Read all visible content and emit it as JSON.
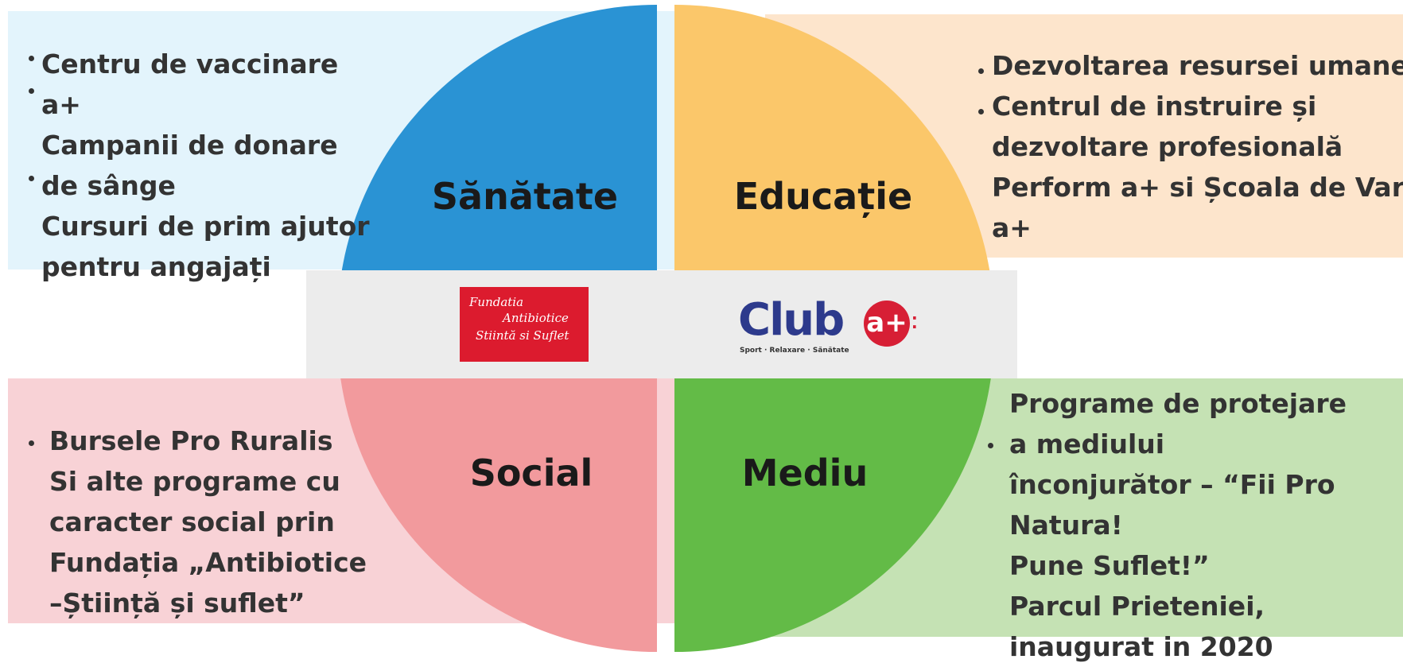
{
  "quadrants": {
    "sanatate": {
      "label": "Sănătate",
      "color": "#2a93d4",
      "panel_color": "#e3f4fc"
    },
    "educatie": {
      "label": "Educație",
      "color": "#fbc76a",
      "panel_color": "#fde5cc"
    },
    "social": {
      "label": "Social",
      "color": "#f29a9d",
      "panel_color": "#f8d2d6"
    },
    "mediu": {
      "label": "Mediu",
      "color": "#63bb47",
      "panel_color": "#c5e2b4"
    }
  },
  "texts": {
    "sanatate": [
      "Centru de vaccinare",
      "a+",
      "Campanii de donare",
      "de sânge",
      "Cursuri de prim ajutor",
      "pentru angajați"
    ],
    "educatie": [
      "Dezvoltarea resursei umane",
      "Centrul de instruire și",
      "dezvoltare profesională",
      "Perform a+ si Școala de Vară",
      "a+"
    ],
    "social": [
      "Bursele Pro Ruralis",
      "Si alte programe cu",
      "caracter social prin",
      "Fundația „Antibiotice",
      "–Știință și suflet”"
    ],
    "mediu": [
      "Programe de protejare",
      "a mediului",
      "înconjurător – “Fii Pro",
      "Natura!",
      "Pune Suflet!”",
      "Parcul Prieteniei,",
      "inaugurat in 2020"
    ]
  },
  "logos": {
    "fundatia": {
      "line1": "Fundatia",
      "line2": "Antibiotice",
      "line3": "Stiintă si Suflet",
      "icon": "fundatia-logo"
    },
    "club": {
      "word": "Club",
      "circle": "a+",
      "dots": "⁚",
      "tagline": "Sport · Relaxare · Sănătate",
      "icon": "club-a-plus-logo"
    }
  }
}
